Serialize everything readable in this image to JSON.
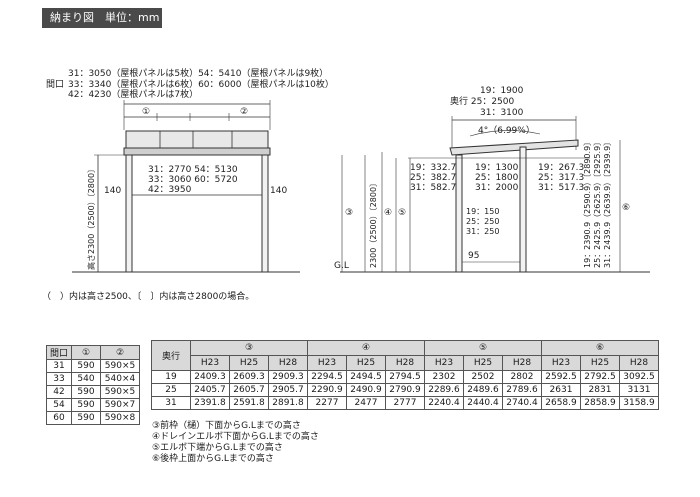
{
  "header": {
    "title": "納まり図　単位：mm"
  },
  "front": {
    "top_lines": [
      "31：3050（屋根パネルは5枚）54：5410（屋根パネルは9枚）",
      "33：3340（屋根パネルは6枚）60：6000（屋根パネルは10枚）",
      "42：4230（屋根パネルは7枚）"
    ],
    "opening_label": "間口",
    "marker1": "①",
    "marker2": "②",
    "inner_lines": [
      "31：2770  54：5130",
      "33：3060  60：5720",
      "42：3950"
    ],
    "dim_140_left": "140",
    "dim_140_right": "140",
    "height_label": "高さ2300（2500）〔2800〕"
  },
  "side": {
    "top_lines": [
      "19：1900",
      "奥行 25：2500",
      "31：3100"
    ],
    "angle": "4°（6.99%）",
    "left_lines": [
      "19：332.7",
      "25：382.7",
      "31：582.7"
    ],
    "center_lines": [
      "19：1300",
      "25：1800",
      "31：2000"
    ],
    "right_lines": [
      "19：267.3",
      "25：317.3",
      "31：517.3"
    ],
    "inner_lines": [
      "19：150",
      "25：250",
      "31：250"
    ],
    "dim95": "95",
    "gl": "G.L",
    "height_label": "2300（2500）〔2800〕",
    "vertical_right": [
      "19：2390.9（2590.9）〔2890.9〕",
      "25：2425.9（2625.9）〔2925.9〕",
      "31：2439.9（2639.9）〔2939.9〕"
    ],
    "marks": [
      "③",
      "④",
      "⑤",
      "⑥"
    ]
  },
  "note": "（　）内は高さ2500、〔　〕内は高さ2800の場合。",
  "table1": {
    "headers": [
      "間口",
      "①",
      "②"
    ],
    "rows": [
      [
        "31",
        "590",
        "590×5"
      ],
      [
        "33",
        "540",
        "540×4"
      ],
      [
        "42",
        "590",
        "590×5"
      ],
      [
        "54",
        "590",
        "590×7"
      ],
      [
        "60",
        "590",
        "590×8"
      ]
    ]
  },
  "table2": {
    "col0": "奥行",
    "groups": [
      "③",
      "④",
      "⑤",
      "⑥"
    ],
    "sub": [
      "H23",
      "H25",
      "H28"
    ],
    "rows": [
      [
        "19",
        "2409.3",
        "2609.3",
        "2909.3",
        "2294.5",
        "2494.5",
        "2794.5",
        "2302",
        "2502",
        "2802",
        "2592.5",
        "2792.5",
        "3092.5"
      ],
      [
        "25",
        "2405.7",
        "2605.7",
        "2905.7",
        "2290.9",
        "2490.9",
        "2790.9",
        "2289.6",
        "2489.6",
        "2789.6",
        "2631",
        "2831",
        "3131"
      ],
      [
        "31",
        "2391.8",
        "2591.8",
        "2891.8",
        "2277",
        "2477",
        "2777",
        "2240.4",
        "2440.4",
        "2740.4",
        "2658.9",
        "2858.9",
        "3158.9"
      ]
    ]
  },
  "legend": [
    "③前枠（樋）下面からG.Lまでの高さ",
    "④ドレインエルボ下面からG.Lまでの高さ",
    "⑤エルボ下端からG.Lまでの高さ",
    "⑥後枠上面からG.Lまでの高さ"
  ]
}
